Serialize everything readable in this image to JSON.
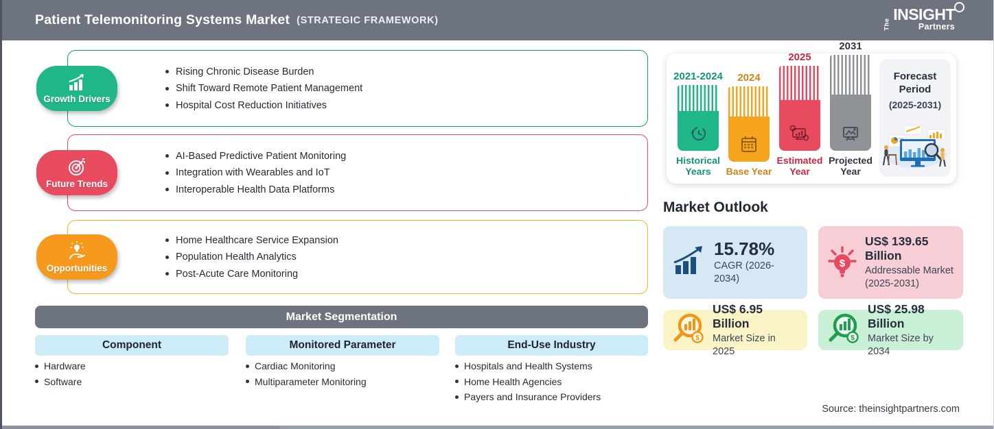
{
  "header": {
    "title": "Patient Telemonitoring Systems Market",
    "subtitle": "(STRATEGIC FRAMEWORK)",
    "bg_color": "#6d7480",
    "logo": {
      "the": "The",
      "insight": "INSIGHT",
      "partners": "Partners"
    }
  },
  "framework": [
    {
      "label": "Growth Drivers",
      "icon": "bar-chart-growth-icon",
      "badge_color": "#1fb689",
      "border_color": "#0f9c7a",
      "items": [
        "Rising Chronic Disease Burden",
        "Shift Toward Remote Patient Management",
        "Hospital Cost Reduction Initiatives"
      ]
    },
    {
      "label": "Future Trends",
      "icon": "target-icon",
      "badge_color": "#e84a5f",
      "border_color": "#e84a5f",
      "items": [
        "AI-Based Predictive Patient Monitoring",
        "Integration with Wearables and IoT",
        "Interoperable Health Data Platforms"
      ]
    },
    {
      "label": "Opportunities",
      "icon": "bulb-hand-icon",
      "badge_color": "#f69a1d",
      "border_color": "#f2b51d",
      "items": [
        "Home Healthcare Service Expansion",
        "Population Health Analytics",
        "Post-Acute Care Monitoring"
      ]
    }
  ],
  "segmentation": {
    "title": "Market Segmentation",
    "columns": [
      {
        "header": "Component",
        "items": [
          "Hardware",
          "Software"
        ]
      },
      {
        "header": "Monitored Parameter",
        "items": [
          "Cardiac Monitoring",
          "Multiparameter Monitoring"
        ]
      },
      {
        "header": "End-Use Industry",
        "items": [
          "Hospitals and Health Systems",
          "Home Health Agencies",
          "Payers and Insurance Providers"
        ]
      }
    ]
  },
  "forecast": {
    "bars": [
      {
        "year": "2021-2024",
        "label": "Historical Years",
        "color": "#1fb689",
        "icon": "history-clock-icon"
      },
      {
        "year": "2024",
        "label": "Base Year",
        "color": "#f6a41d",
        "icon": "calendar-icon"
      },
      {
        "year": "2025",
        "label": "Estimated Year",
        "color": "#e84a5f",
        "icon": "monitor-chart-icon"
      },
      {
        "year": "2031",
        "label": "Projected Year",
        "color": "#8f9296",
        "icon": "presentation-image-icon"
      }
    ],
    "period": {
      "title": "Forecast Period",
      "range": "(2025-2031)"
    }
  },
  "outlook": {
    "title": "Market Outlook",
    "cards": [
      {
        "value": "15.78%",
        "label": "CAGR (2026-2034)",
        "bg": "#d6e8f4",
        "icon": "growth-arrow-icon"
      },
      {
        "value": "US$ 139.65 Billion",
        "label": "Addressable Market (2025-2031)",
        "bg": "#f7ced5",
        "icon": "dollar-bulb-icon"
      },
      {
        "value": "US$ 6.95 Billion",
        "label": "Market Size in 2025",
        "bg": "#f9f3c5",
        "icon": "magnifier-chart-icon"
      },
      {
        "value": "US$ 25.98 Billion",
        "label": "Market Size by 2034",
        "bg": "#c9efd6",
        "icon": "magnifier-chart-icon"
      }
    ]
  },
  "source": "Source: theinsightpartners.com"
}
